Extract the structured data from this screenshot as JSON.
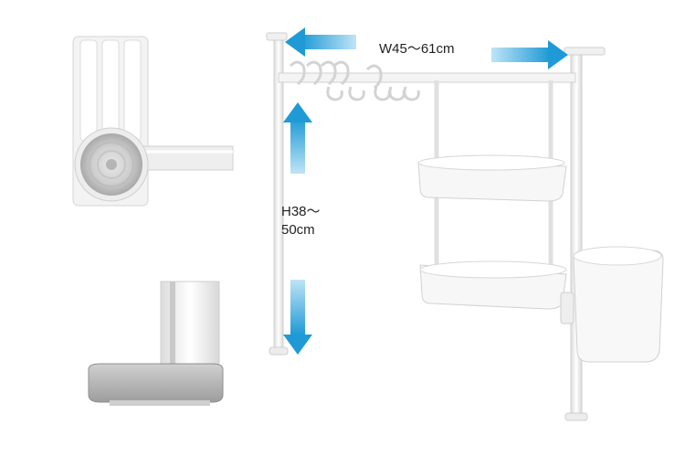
{
  "dimensions": {
    "width_text": "W45～61cm",
    "height_line1": "H38～",
    "height_line2": "50cm"
  },
  "colors": {
    "arrow": "#29a3dc",
    "frame": "#f2f2f2",
    "frame_edge": "#d9d9d9",
    "detail_gray": "#bdbdbd"
  }
}
